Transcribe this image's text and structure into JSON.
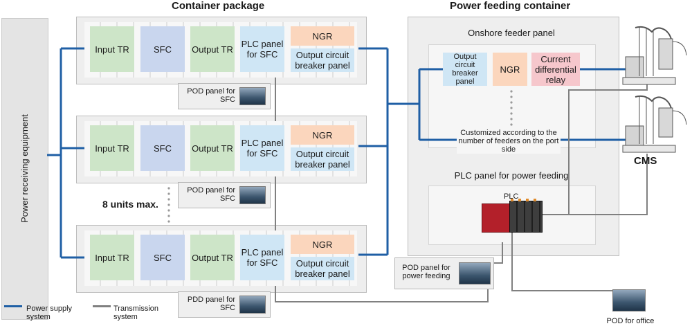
{
  "titles": {
    "container_package": "Container package",
    "power_feeding_container": "Power feeding container"
  },
  "receiving": {
    "label": "Power receiving equipment"
  },
  "units": [
    {
      "input_tr": "Input TR",
      "sfc": "SFC",
      "output_tr": "Output TR",
      "plc": "PLC panel for SFC",
      "ngr": "NGR",
      "ocb": "Output circuit breaker panel",
      "pod": "POD panel for SFC"
    },
    {
      "input_tr": "Input TR",
      "sfc": "SFC",
      "output_tr": "Output TR",
      "plc": "PLC panel for SFC",
      "ngr": "NGR",
      "ocb": "Output circuit breaker panel",
      "pod": "POD panel for SFC"
    },
    {
      "input_tr": "Input TR",
      "sfc": "SFC",
      "output_tr": "Output TR",
      "plc": "PLC panel for SFC",
      "ngr": "NGR",
      "ocb": "Output circuit breaker panel",
      "pod": "PDD panel for SFC"
    }
  ],
  "units_max": "8 units max.",
  "feeder": {
    "title": "Onshore feeder panel",
    "ocb": "Output circuit breaker panel",
    "ngr": "NGR",
    "relay": "Current differential relay",
    "note": "Customized according to the number of feeders on the port side"
  },
  "plc_power": {
    "title": "PLC panel for power feeding",
    "plc": "PLC"
  },
  "pod_power": "POD panel for power feeding",
  "cms": "CMS",
  "pod_office": "POD for office",
  "legend": {
    "power": "Power supply system",
    "transmission": "Transmission system"
  },
  "colors": {
    "power_line": "#1f5fa5",
    "transmission_line": "#808080",
    "input_tr": "#cde5c8",
    "sfc": "#c9d6ee",
    "plc_panel": "#cfe6f5",
    "ngr": "#fbd6bd",
    "relay": "#f6c7cc"
  },
  "icons": [
    "crane-icon",
    "plc-device-icon",
    "monitor-icon"
  ]
}
